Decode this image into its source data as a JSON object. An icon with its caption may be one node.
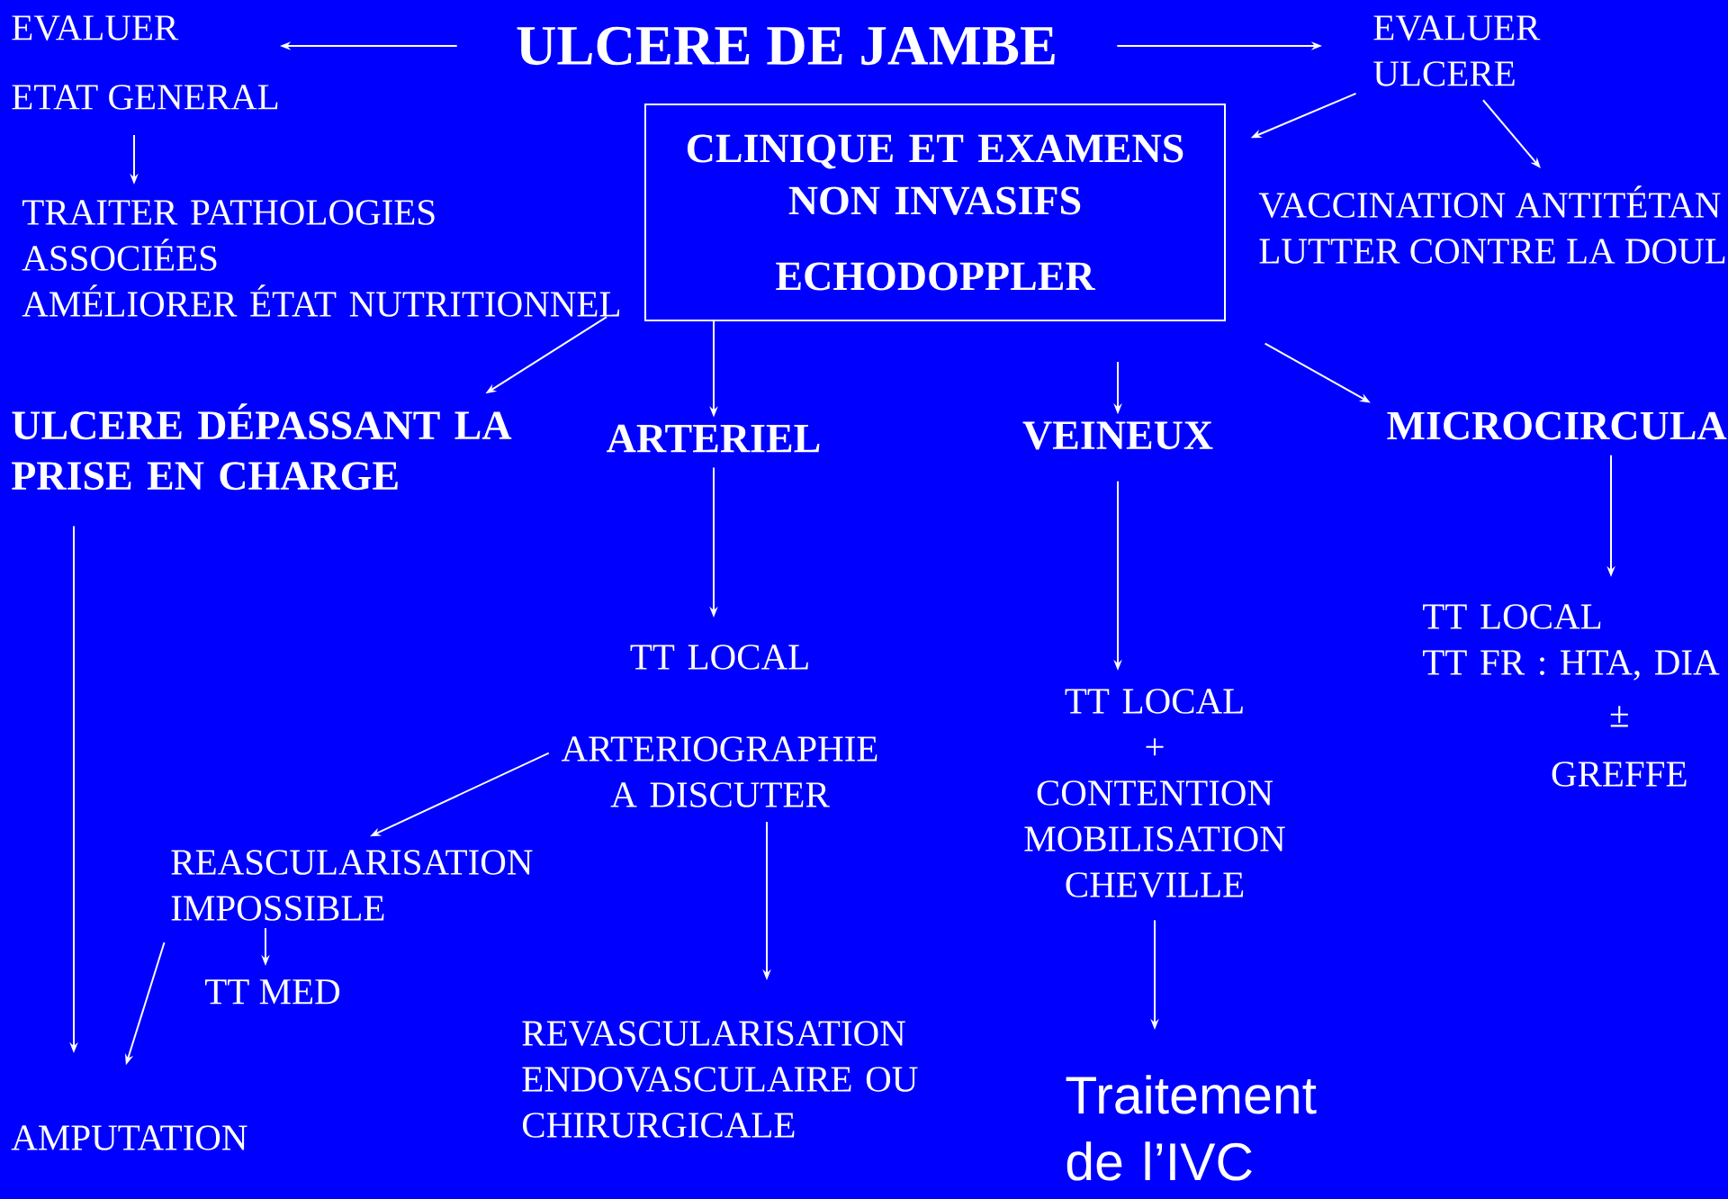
{
  "diagram": {
    "nodes": [
      {
        "text": [
          "ULCERE DE JAMBE"
        ]
      },
      {
        "text": [
          "EVALUER",
          "ETAT GENERAL"
        ]
      },
      {
        "text": [
          "TRAITER PATHOLOGIES ASSOCIÉES",
          "AMÉLIORER ÉTAT NUTRITIONNEL"
        ]
      },
      {
        "text": [
          "EVALUER ULCERE"
        ]
      },
      {
        "text": [
          "CLINIQUE ET EXAMENS NON INVASIFS",
          "ECHODOPPLER"
        ]
      },
      {
        "text": [
          "VACCINATION ANTITÉTAN",
          "LUTTER CONTRE LA DOUL"
        ]
      },
      {
        "text": [
          "ULCERE DÉPASSANT LA PRISE EN CHARGE"
        ]
      },
      {
        "text": [
          "ARTERIEL"
        ]
      },
      {
        "text": [
          "VEINEUX"
        ]
      },
      {
        "text": [
          "MICROCIRCULA"
        ]
      },
      {
        "text": [
          "TT LOCAL",
          "ARTERIOGRAPHIE A DISCUTER"
        ]
      },
      {
        "text": [
          "TT LOCAL",
          "+",
          "CONTENTION MOBILISATION CHEVILLE"
        ]
      },
      {
        "text": [
          "TT LOCAL",
          "TT FR : HTA, DIA",
          "±",
          "GREFFE"
        ]
      },
      {
        "text": [
          "REASCULARISATION IMPOSSIBLE"
        ]
      },
      {
        "text": [
          "TT MED"
        ]
      },
      {
        "text": [
          "AMPUTATION"
        ]
      },
      {
        "text": [
          "REVASCULARISATION ENDOVASCULAIRE OU CHIRURGICALE"
        ]
      },
      {
        "text": [
          "Traitement de l’IVC"
        ]
      }
    ],
    "edges": [
      {
        "from": 0,
        "to": 1,
        "arrow": "to"
      },
      {
        "from": 0,
        "to": 3,
        "arrow": "to"
      },
      {
        "from": 1,
        "to": 2,
        "arrow": "to"
      },
      {
        "from": 3,
        "to": 4,
        "arrow": "to"
      },
      {
        "from": 3,
        "to": 5,
        "arrow": "to"
      },
      {
        "from": 2,
        "to": 6,
        "arrow": "to"
      },
      {
        "from": 4,
        "to": 7,
        "arrow": "to"
      },
      {
        "from": 4,
        "to": 8,
        "arrow": "to"
      },
      {
        "from": 4,
        "to": 9,
        "arrow": "to"
      },
      {
        "from": 6,
        "to": 15,
        "arrow": "to"
      },
      {
        "from": 7,
        "to": 10,
        "arrow": "to"
      },
      {
        "from": 8,
        "to": 11,
        "arrow": "to"
      },
      {
        "from": 9,
        "to": 12,
        "arrow": "to"
      },
      {
        "from": 10,
        "to": 13,
        "arrow": "to"
      },
      {
        "from": 10,
        "to": 16,
        "arrow": "to"
      },
      {
        "from": 13,
        "to": 14,
        "arrow": "to"
      },
      {
        "from": 13,
        "to": 15,
        "arrow": "to"
      },
      {
        "from": 11,
        "to": 17,
        "arrow": "to"
      }
    ]
  }
}
